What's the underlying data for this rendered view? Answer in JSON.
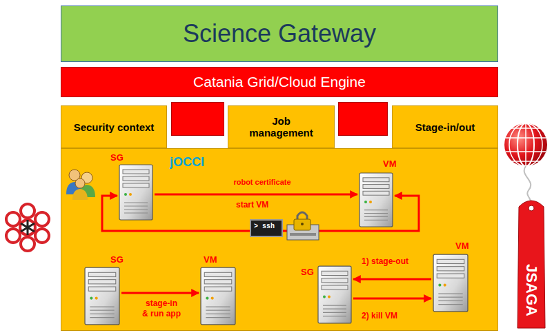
{
  "diagram": {
    "nodes": [
      {
        "text": [
          "Science Gateway"
        ]
      },
      {
        "text": [
          "Catania Grid/Cloud Engine"
        ]
      },
      {
        "text": [
          "Security context"
        ]
      },
      {
        "text": [
          "Job management"
        ]
      },
      {
        "text": [
          "Stage-in/out"
        ]
      },
      {
        "text": [
          "SG"
        ]
      },
      {
        "text": [
          "VM"
        ]
      },
      {
        "text": [
          "SG"
        ]
      },
      {
        "text": [
          "VM"
        ]
      },
      {
        "text": [
          "SG"
        ]
      },
      {
        "text": [
          "VM"
        ]
      }
    ],
    "edges": [
      {
        "from": 5,
        "to": 6,
        "arrow": "to",
        "label": "robot certificate"
      },
      {
        "from": 5,
        "to": 6,
        "arrow": "both"
      },
      {
        "from": 7,
        "to": 8,
        "arrow": "to",
        "label": "stage-in & run app"
      },
      {
        "from": 10,
        "to": 9,
        "arrow": "to",
        "label": "1) stage-out"
      },
      {
        "from": 9,
        "to": 10,
        "arrow": "to",
        "label": "2) kill VM"
      }
    ],
    "labels": [
      "jOCCI",
      "start VM",
      "> ssh",
      "JSAGA"
    ]
  }
}
